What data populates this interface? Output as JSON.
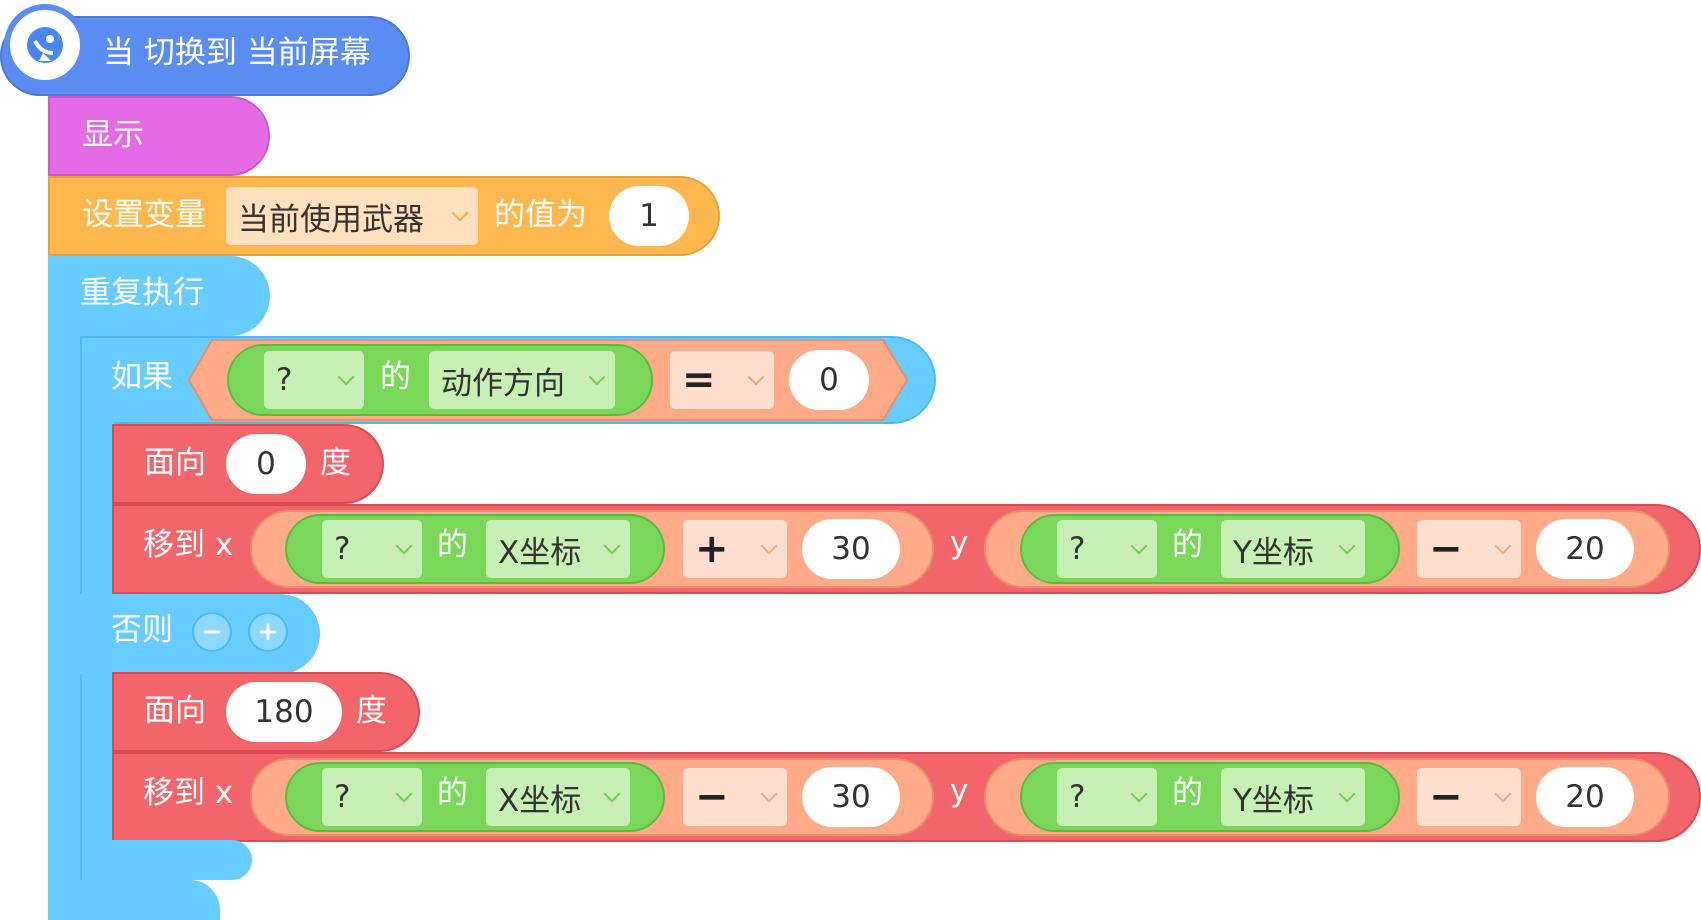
{
  "colors": {
    "event": "#5b8cf2",
    "looks": "#e56be5",
    "variable": "#ffb84d",
    "control": "#67ccff",
    "motion": "#f2656a",
    "sensing": "#7ad75a",
    "operator": "#ffab8a"
  },
  "hat": {
    "label": "当 切换到 当前屏幕",
    "icon": "satellite-dish-icon"
  },
  "show": {
    "label": "显示"
  },
  "setvar": {
    "label": "设置变量",
    "var": "当前使用武器",
    "label2": "的值为",
    "value": "1"
  },
  "repeat": {
    "label": "重复执行"
  },
  "ifblock": {
    "label": "如果",
    "target": "?",
    "of": "的",
    "property": "动作方向",
    "op": "=",
    "value": "0",
    "else_label": "否则",
    "minus": "−",
    "plus": "+"
  },
  "branch1": {
    "face": {
      "label": "面向",
      "value": "0",
      "unit": "度"
    },
    "move": {
      "label": "移到 x",
      "xtarget": "?",
      "of": "的",
      "xprop": "X坐标",
      "xop": "+",
      "xval": "30",
      "y": "y",
      "ytarget": "?",
      "yprop": "Y坐标",
      "yop": "−",
      "yval": "20"
    }
  },
  "branch2": {
    "face": {
      "label": "面向",
      "value": "180",
      "unit": "度"
    },
    "move": {
      "label": "移到 x",
      "xtarget": "?",
      "of": "的",
      "xprop": "X坐标",
      "xop": "−",
      "xval": "30",
      "y": "y",
      "ytarget": "?",
      "yprop": "Y坐标",
      "yop": "−",
      "yval": "20"
    }
  }
}
